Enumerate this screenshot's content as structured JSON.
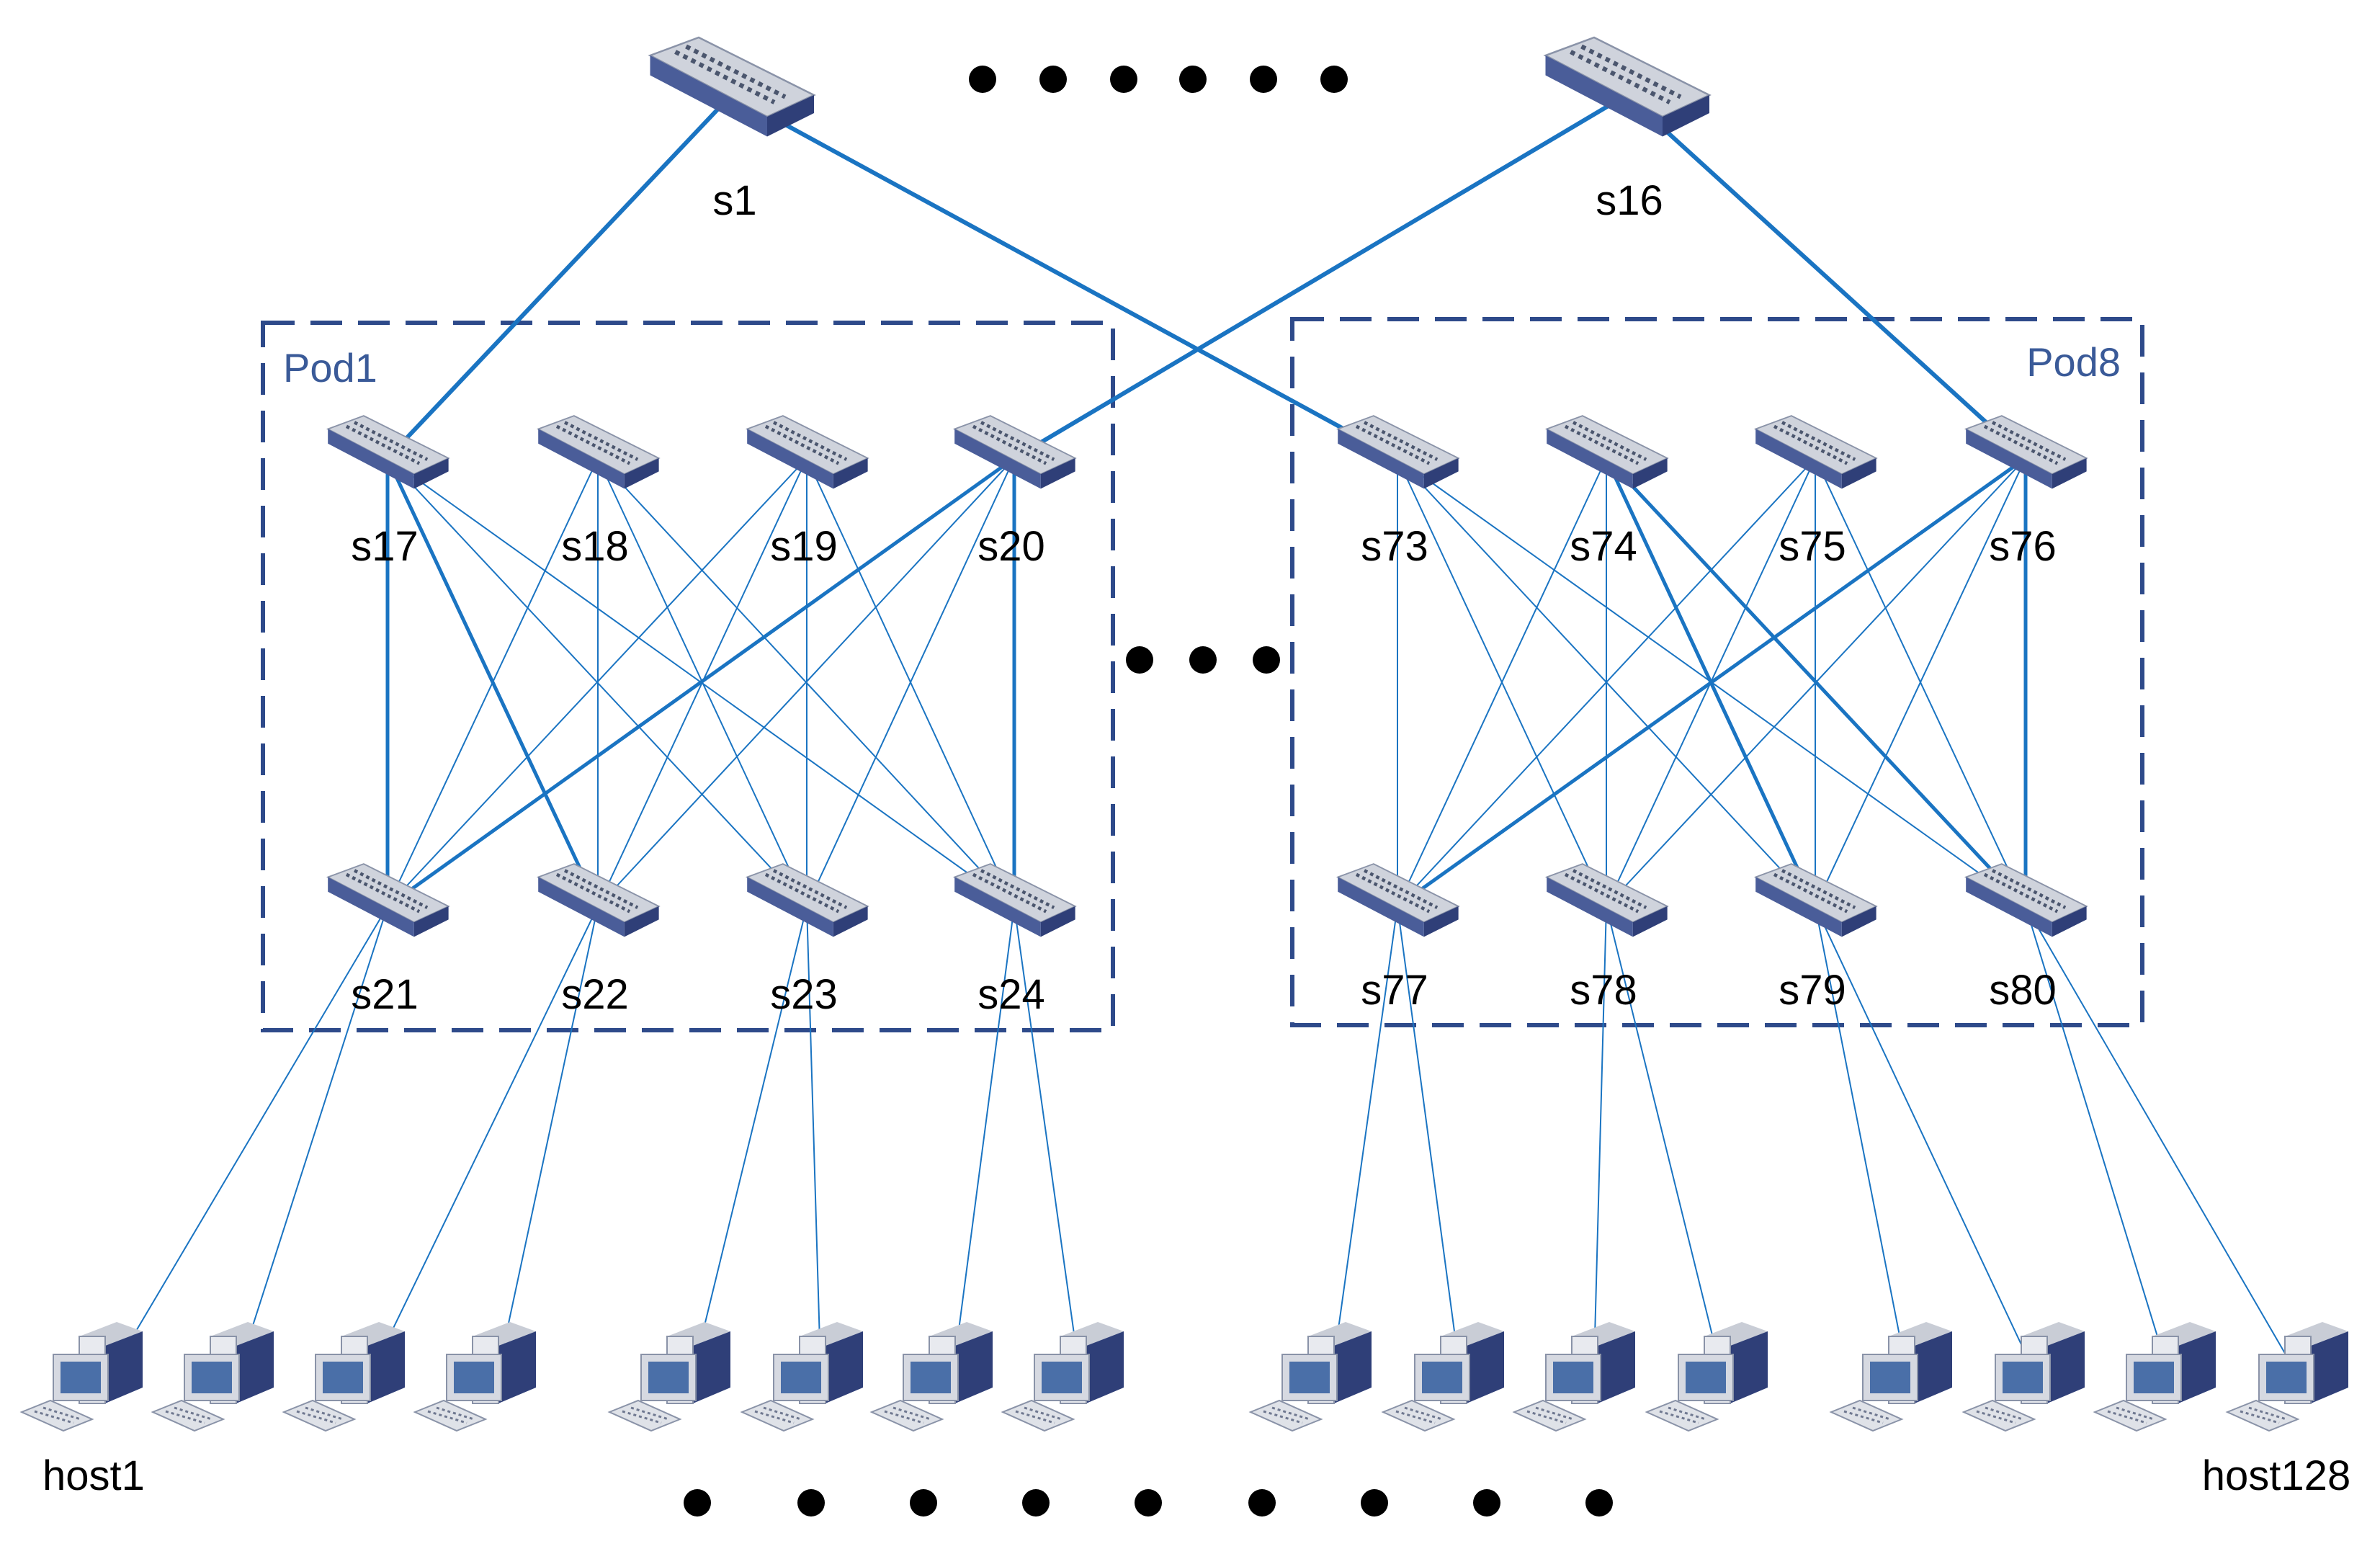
{
  "colors": {
    "link": "#1a74c2",
    "pod_border": "#2e4a8a",
    "pod_label": "#3a5a98",
    "dots": "#000000",
    "switch_top": "#cfd3dc",
    "switch_side": "#4a5d99",
    "switch_front": "#2f3f78"
  },
  "core": [
    {
      "id": "s1",
      "label": "s1"
    },
    {
      "id": "s16",
      "label": "s16"
    }
  ],
  "pods": [
    {
      "label": "Pod1",
      "agg": [
        {
          "id": "s17",
          "label": "s17"
        },
        {
          "id": "s18",
          "label": "s18"
        },
        {
          "id": "s19",
          "label": "s19"
        },
        {
          "id": "s20",
          "label": "s20"
        }
      ],
      "edge": [
        {
          "id": "s21",
          "label": "s21"
        },
        {
          "id": "s22",
          "label": "s22"
        },
        {
          "id": "s23",
          "label": "s23"
        },
        {
          "id": "s24",
          "label": "s24"
        }
      ]
    },
    {
      "label": "Pod8",
      "agg": [
        {
          "id": "s73",
          "label": "s73"
        },
        {
          "id": "s74",
          "label": "s74"
        },
        {
          "id": "s75",
          "label": "s75"
        },
        {
          "id": "s76",
          "label": "s76"
        }
      ],
      "edge": [
        {
          "id": "s77",
          "label": "s77"
        },
        {
          "id": "s78",
          "label": "s78"
        },
        {
          "id": "s79",
          "label": "s79"
        },
        {
          "id": "s80",
          "label": "s80"
        }
      ]
    }
  ],
  "host_first_label": "host1",
  "host_last_label": "host128",
  "host_count_visible": 16,
  "core_links": [
    [
      "s1",
      "s17"
    ],
    [
      "s1",
      "s73"
    ],
    [
      "s16",
      "s20"
    ],
    [
      "s16",
      "s76"
    ]
  ],
  "pod_thick_links": [
    [
      "s17",
      "s21"
    ],
    [
      "s17",
      "s22"
    ],
    [
      "s20",
      "s21"
    ],
    [
      "s20",
      "s24"
    ],
    [
      "s74",
      "s79"
    ],
    [
      "s74",
      "s80"
    ],
    [
      "s76",
      "s77"
    ],
    [
      "s76",
      "s80"
    ]
  ]
}
